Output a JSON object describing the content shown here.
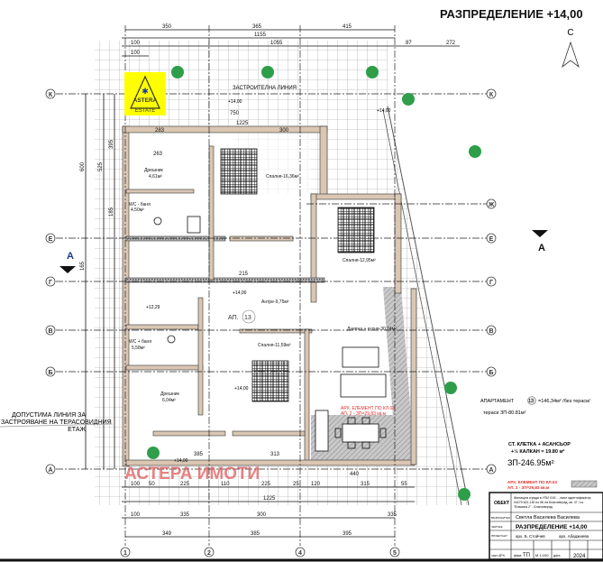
{
  "title": "РАЗПРЕДЕЛЕНИЕ +14,00",
  "north_label": "С",
  "logo": {
    "text_top": "ASTERA",
    "text_bottom": "ESTATE",
    "color": "#ffff00"
  },
  "watermark": "АСТЕРА ИМОТИ",
  "axes": {
    "columns": [
      "1",
      "2",
      "4",
      "5"
    ],
    "rows": [
      "К",
      "Ж",
      "Е",
      "Г",
      "В",
      "Б",
      "А"
    ]
  },
  "section_marker": "А",
  "labels": {
    "building_line": "ЗАСТРОИТЕЛНА ЛИНИЯ",
    "allowed_line": [
      "ДОПУСТИМА ЛИНИЯ ЗА",
      "ЗАСТРОЯВАНЕ НА ТЕРАСОВИДНИЯ",
      "ЕТАЖ"
    ],
    "level": "+14,00",
    "level_stair": "+12,29",
    "apartment_tag": "АП.",
    "apartment_no": "13",
    "arch_element": [
      "АРХ. ЕЛЕМЕНТ ПО КЛ.03",
      "АП. 2 - ЗП=29,83 кв.м"
    ]
  },
  "rooms": [
    {
      "name": "Дрешник",
      "area": "4,61м²"
    },
    {
      "name": "WC - баня",
      "area": "4,50м²"
    },
    {
      "name": "Спалня-16,36м²",
      "area": ""
    },
    {
      "name": "Спалня-12,95м²",
      "area": ""
    },
    {
      "name": "Антре-9,75м²",
      "area": ""
    },
    {
      "name": "Спалня-11,59м²",
      "area": ""
    },
    {
      "name": "WC + баня",
      "area": "5,58м²"
    },
    {
      "name": "Дрешник",
      "area": "6,04м²"
    },
    {
      "name": "Дневна + кухня-30,24м²",
      "area": ""
    }
  ],
  "dimensions": {
    "top_axes": [
      "350",
      "365",
      "415"
    ],
    "top_total": "1155",
    "top_row2": [
      "100",
      "1055",
      "87",
      "272"
    ],
    "top_row3": [
      "100"
    ],
    "bottom_axes": [
      "349",
      "385",
      "395"
    ],
    "bottom_row2": [
      "100",
      "335",
      "300",
      "335"
    ],
    "bottom_total": "1225",
    "bottom_row1": [
      "100",
      "50",
      "225",
      "110",
      "225",
      "25",
      "120",
      "315",
      "55"
    ],
    "left": [
      "600",
      "525",
      "395",
      "185",
      "165"
    ],
    "inner": [
      "263",
      "283",
      "300",
      "750",
      "1225",
      "440",
      "385",
      "313",
      "215"
    ]
  },
  "legend": {
    "apartment_label": "АПАРТАМЕНТ",
    "apartment_no": "13",
    "apartment_area": "=146,34м² /без тераси/",
    "terraces": "тераси   ЗП-80.81м²",
    "stair": "СТ. КЛЕТКА + АСАНСЬОР",
    "gable": "+½ КАЛКАН = 19.80 м²",
    "total": "ЗП-246.95м²",
    "arch_element": [
      "АРХ. ЕЛЕМЕНТ ПО КЛ.03",
      "АП. 2 - ЗП=29,83 кв.м"
    ]
  },
  "title_block": {
    "object_label": "ОБЕКТ",
    "object_text": [
      "Жилищна сграда в УПИ ХХII - , имот идентификатор",
      "04279.621.130 по КК на Благоевград, кв. 47, п.к.",
      "\"Власина 2\" - Благоевград"
    ],
    "investor_label": "ВЪЗЛОЖИТЕЛ",
    "investor": "Светла Василева Василева",
    "sheet_label": "ЧЕРТЕЖ",
    "sheet": "РАЗПРЕДЕЛЕНИЕ +14,00",
    "designer_label": "ПРОЕКТАНТ",
    "designer": "арх. Б. Стойчев",
    "designer2": "арх. Абаджиева",
    "part_label": "част АРХ.",
    "phase_label": "фаза",
    "phase": "ТП",
    "scale": "М 1:100",
    "date_label": "дата",
    "year": "2024"
  },
  "colors": {
    "wall": "#d9c6b3",
    "hatch": "#bdbdbd",
    "tree": "#2e9e4a",
    "red": "#e0302a",
    "grid": "#9a9a9a"
  }
}
